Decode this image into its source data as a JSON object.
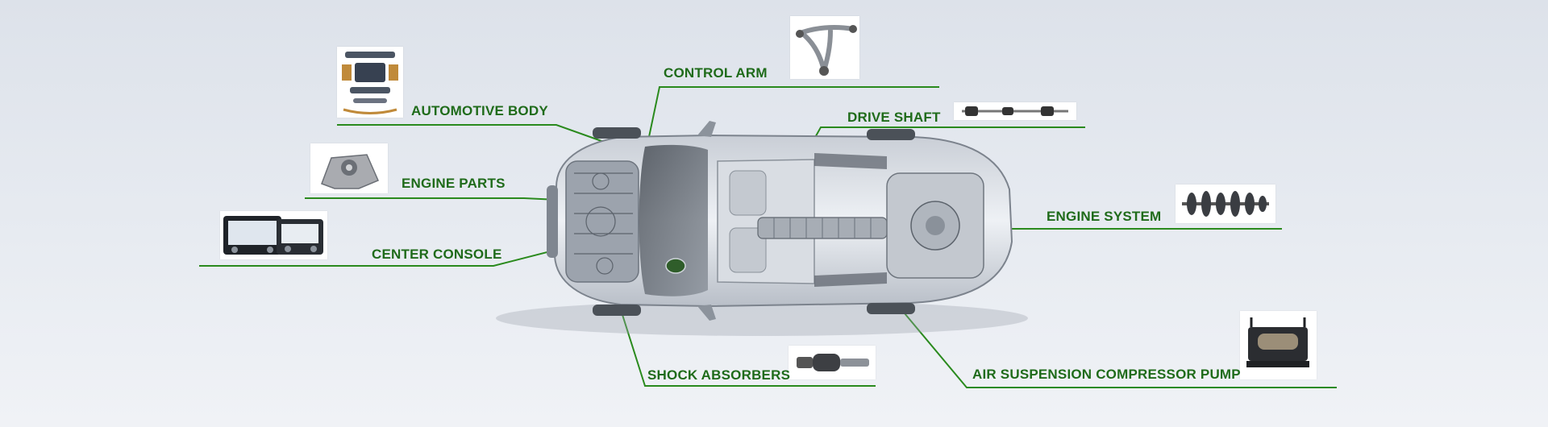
{
  "colors": {
    "accent": "#2a8a1d",
    "label_text": "#1f6b1a",
    "dot": "#3fae2a"
  },
  "callouts": [
    {
      "id": "control-arm",
      "label": "CONTROL ARM",
      "thumbnail_icon": "control-arm-icon"
    },
    {
      "id": "automotive-body",
      "label": "AUTOMOTIVE BODY",
      "thumbnail_icon": "body-kit-icon"
    },
    {
      "id": "drive-shaft",
      "label": "DRIVE SHAFT",
      "thumbnail_icon": "drive-shaft-icon"
    },
    {
      "id": "engine-parts",
      "label": "ENGINE PARTS",
      "thumbnail_icon": "engine-mount-icon"
    },
    {
      "id": "engine-system",
      "label": "ENGINE SYSTEM",
      "thumbnail_icon": "crankshaft-icon"
    },
    {
      "id": "center-console",
      "label": "CENTER CONSOLE",
      "thumbnail_icon": "climate-panel-icon"
    },
    {
      "id": "shock-absorbers",
      "label": "SHOCK ABSORBERS",
      "thumbnail_icon": "air-strut-icon"
    },
    {
      "id": "air-suspension-compressor-pump",
      "label": "AIR SUSPENSION COMPRESSOR PUMP",
      "thumbnail_icon": "compressor-icon"
    }
  ]
}
